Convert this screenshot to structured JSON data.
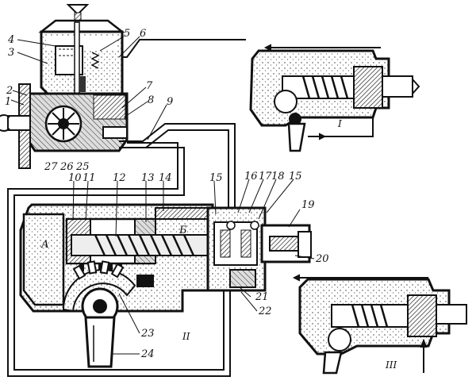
{
  "labels": {
    "n1": "1",
    "n2": "2",
    "n3": "3",
    "n4": "4",
    "n5": "5",
    "n6": "6",
    "n7": "7",
    "n8": "8",
    "n9": "9",
    "n10": "10",
    "n11": "11",
    "n12": "12",
    "n13": "13",
    "n14": "14",
    "n15a": "15",
    "n15b": "15",
    "n16": "16",
    "n17": "17",
    "n18": "18",
    "n19": "19",
    "n20": "20",
    "n21": "21",
    "n22": "22",
    "n23": "23",
    "n24": "24",
    "n25": "25",
    "n26": "26",
    "n27": "27"
  },
  "chambers": {
    "a": "А",
    "b": "Б"
  },
  "views": {
    "v1": "I",
    "v2": "II",
    "v3": "III"
  }
}
